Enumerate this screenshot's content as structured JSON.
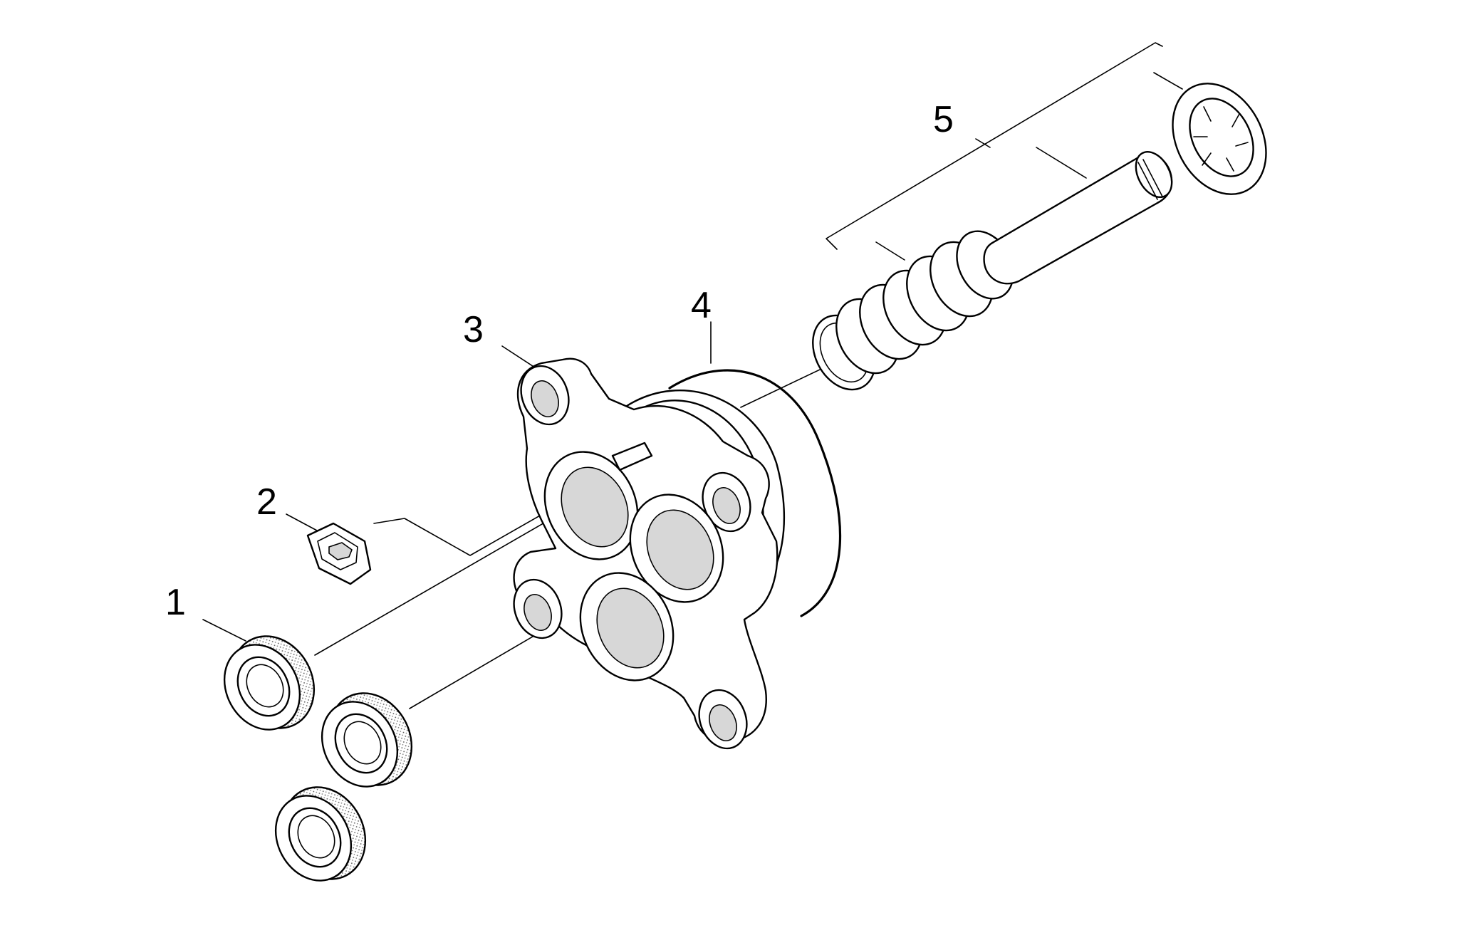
{
  "callouts": [
    {
      "id": "1",
      "label": "1"
    },
    {
      "id": "2",
      "label": "2"
    },
    {
      "id": "3",
      "label": "3"
    },
    {
      "id": "4",
      "label": "4"
    },
    {
      "id": "5",
      "label": "5"
    }
  ],
  "colors": {
    "stroke": "#000000",
    "background": "#ffffff",
    "shade": "#d7d7d7"
  }
}
